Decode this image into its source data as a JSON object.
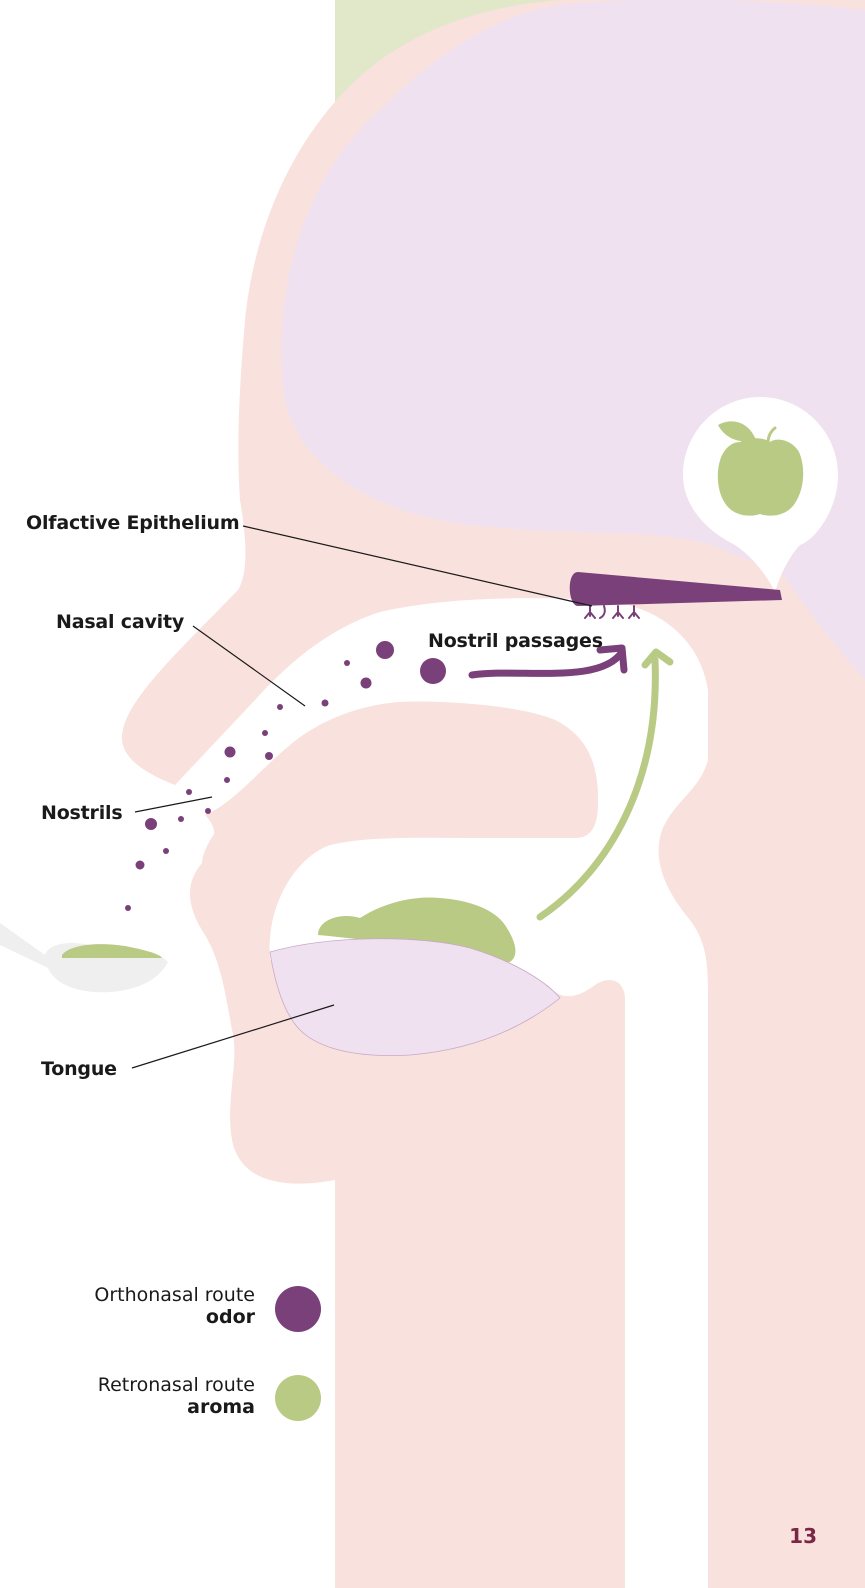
{
  "colors": {
    "skin": "#f9e1dd",
    "brain": "#efe1ef",
    "green_bg": "#e1e7c9",
    "green": "#b9ca84",
    "purple": "#7a4079",
    "spoon": "#efefef",
    "page_number": "#7a2646"
  },
  "labels": {
    "olfactive_epithelium": "Olfactive Epithelium",
    "nasal_cavity": "Nasal cavity",
    "nostril_passages": "Nostril passages",
    "nostrils": "Nostrils",
    "tongue": "Tongue"
  },
  "legend": [
    {
      "route": "Orthonasal route",
      "kind": "odor",
      "color": "#7a4079"
    },
    {
      "route": "Retronasal route",
      "kind": "aroma",
      "color": "#b9ca84"
    }
  ],
  "icons": {
    "apple": "apple-icon"
  },
  "page_number": "13"
}
